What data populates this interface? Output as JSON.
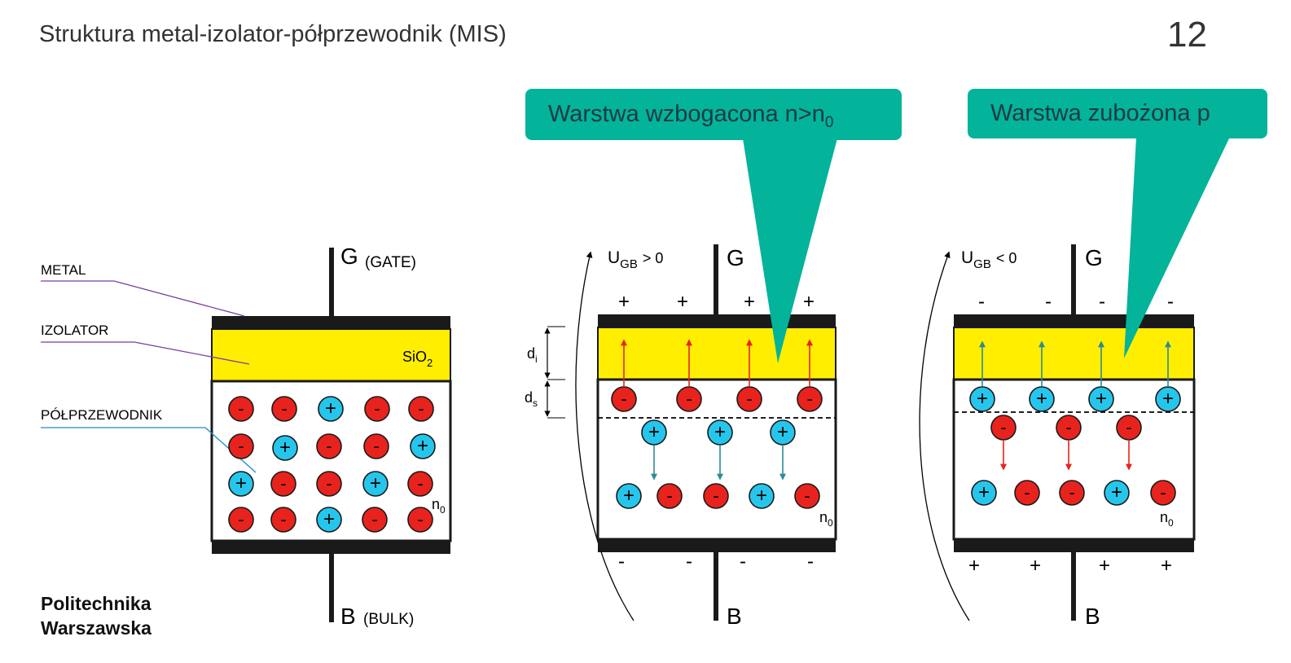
{
  "slide": {
    "title": "Struktura metal-izolator-półprzewodnik (MIS)",
    "page_number": "12",
    "logo_line1": "Politechnika",
    "logo_line2": "Warszawska"
  },
  "colors": {
    "metal": "#1a1a1a",
    "insulator": "#ffee00",
    "electron": "#e8231d",
    "hole": "#26c6ec",
    "callout": "#03b39a",
    "callout_text": "#1b3a44",
    "arrow_red": "#e8231d",
    "arrow_teal": "#2a8c96"
  },
  "icons": {
    "electron_symbol": "-",
    "hole_symbol": "+"
  },
  "diagram1": {
    "label_metal": "METAL",
    "label_insulator": "IZOLATOR",
    "label_semiconductor": "PÓŁPRZEWODNIK",
    "gate_letter": "G",
    "gate_word": "(GATE)",
    "bulk_letter": "B",
    "bulk_word": "(BULK)",
    "sio2_main": "SiO",
    "sio2_sub": "2",
    "n0_main": "n",
    "n0_sub": "0"
  },
  "diagram2": {
    "callout_main": "Warstwa wzbogacona n>n",
    "callout_sub": "0",
    "u_main": "U",
    "u_sub": "GB",
    "u_cond": "> 0",
    "gate_letter": "G",
    "bulk_letter": "B",
    "di_main": "d",
    "di_sub": "i",
    "ds_main": "d",
    "ds_sub": "s",
    "top_sign": "+",
    "bottom_sign": "-",
    "n0_main": "n",
    "n0_sub": "0"
  },
  "diagram3": {
    "callout_main": "Warstwa zubożona p",
    "u_main": "U",
    "u_sub": "GB",
    "u_cond": "< 0",
    "gate_letter": "G",
    "bulk_letter": "B",
    "top_sign": "-",
    "bottom_sign": "+",
    "n0_main": "n",
    "n0_sub": "0"
  }
}
